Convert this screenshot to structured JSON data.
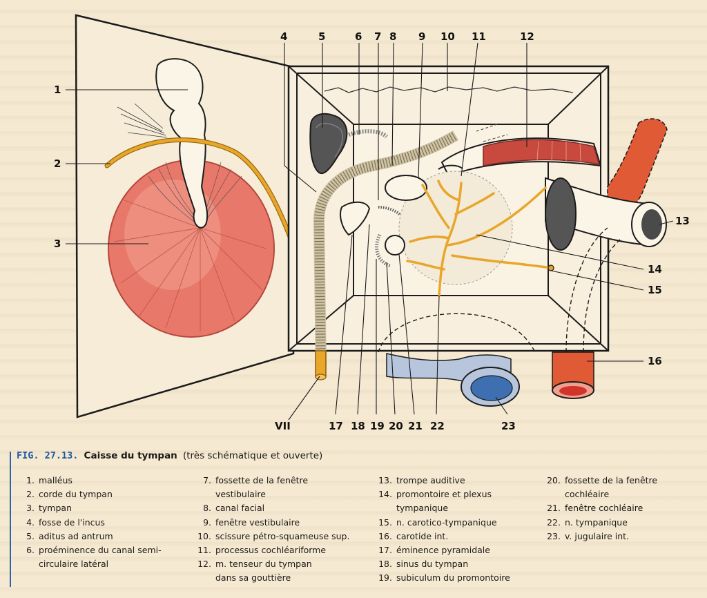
{
  "figure": {
    "labels": [
      "1",
      "2",
      "3",
      "4",
      "5",
      "6",
      "7",
      "8",
      "9",
      "10",
      "11",
      "12",
      "13",
      "14",
      "15",
      "16",
      "VII",
      "17",
      "18",
      "19",
      "20",
      "21",
      "22",
      "23"
    ],
    "colors": {
      "background": "#f5e9d2",
      "membrane": "#e8786a",
      "nerve": "#e8a62a",
      "artery": "#e05a35",
      "vein": "#8fa9cc",
      "muscle": "#c84a3e",
      "caption_number": "#1f56a0"
    }
  },
  "caption": {
    "fig_number": "FIG. 27.13.",
    "title": "Caisse du tympan",
    "subtitle": "(très schématique et ouverte)"
  },
  "legend": {
    "col1": [
      {
        "n": "1.",
        "t": "malléus"
      },
      {
        "n": "2.",
        "t": "corde du tympan"
      },
      {
        "n": "3.",
        "t": "tympan"
      },
      {
        "n": "4.",
        "t": "fosse de l'incus"
      },
      {
        "n": "5.",
        "t": "aditus ad antrum"
      },
      {
        "n": "6.",
        "t": "proéminence du canal semi-"
      },
      {
        "n": "",
        "t": "circulaire latéral"
      }
    ],
    "col2": [
      {
        "n": "7.",
        "t": "fossette de la fenêtre"
      },
      {
        "n": "",
        "t": "vestibulaire"
      },
      {
        "n": "8.",
        "t": "canal facial"
      },
      {
        "n": "9.",
        "t": "fenêtre vestibulaire"
      },
      {
        "n": "10.",
        "t": "scissure pétro-squameuse sup."
      },
      {
        "n": "11.",
        "t": "processus cochléariforme"
      },
      {
        "n": "12.",
        "t": "m. tenseur du tympan"
      },
      {
        "n": "",
        "t": "dans sa gouttière"
      }
    ],
    "col3": [
      {
        "n": "13.",
        "t": "trompe auditive"
      },
      {
        "n": "14.",
        "t": "promontoire et plexus"
      },
      {
        "n": "",
        "t": "tympanique"
      },
      {
        "n": "15.",
        "t": "n. carotico-tympanique"
      },
      {
        "n": "16.",
        "t": "carotide int."
      },
      {
        "n": "17.",
        "t": "éminence pyramidale"
      },
      {
        "n": "18.",
        "t": "sinus du tympan"
      },
      {
        "n": "19.",
        "t": "subiculum du promontoire"
      }
    ],
    "col4": [
      {
        "n": "20.",
        "t": "fossette de la fenêtre"
      },
      {
        "n": "",
        "t": "cochléaire"
      },
      {
        "n": "21.",
        "t": "fenêtre cochléaire"
      },
      {
        "n": "22.",
        "t": "n. tympanique"
      },
      {
        "n": "23.",
        "t": "v. jugulaire int."
      }
    ]
  }
}
